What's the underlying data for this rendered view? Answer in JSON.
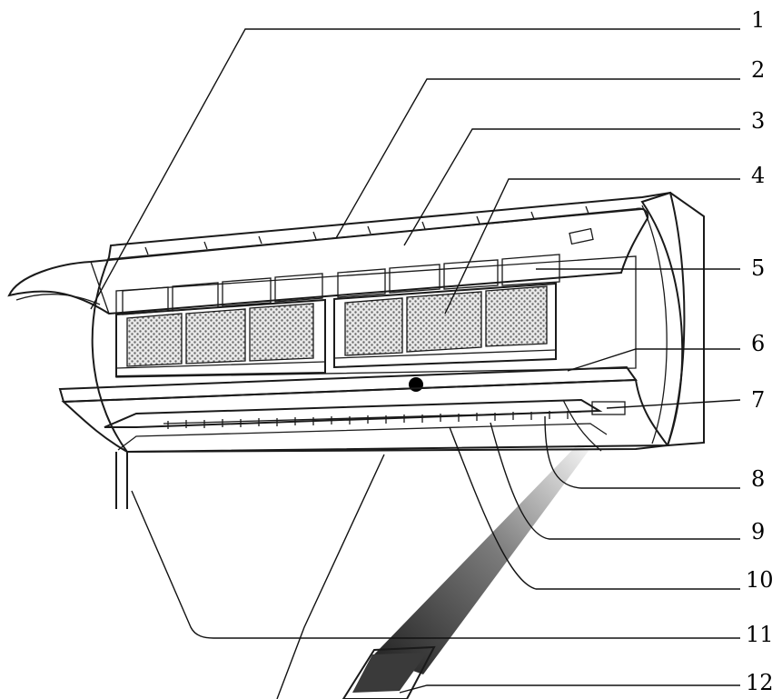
{
  "callouts": [
    "1",
    "2",
    "3",
    "4",
    "5",
    "6",
    "7",
    "8",
    "9",
    "10",
    "11",
    "12"
  ],
  "colors": {
    "outline": "#1a1a1a",
    "panel_light": "#f2f2f2",
    "panel_mid": "#e6e6e6",
    "side_dark": "#bdbdbd",
    "filter_mesh": "#9a9a9a",
    "beam_dark": "#2a2a2a",
    "beam_light": "#ffffff"
  }
}
